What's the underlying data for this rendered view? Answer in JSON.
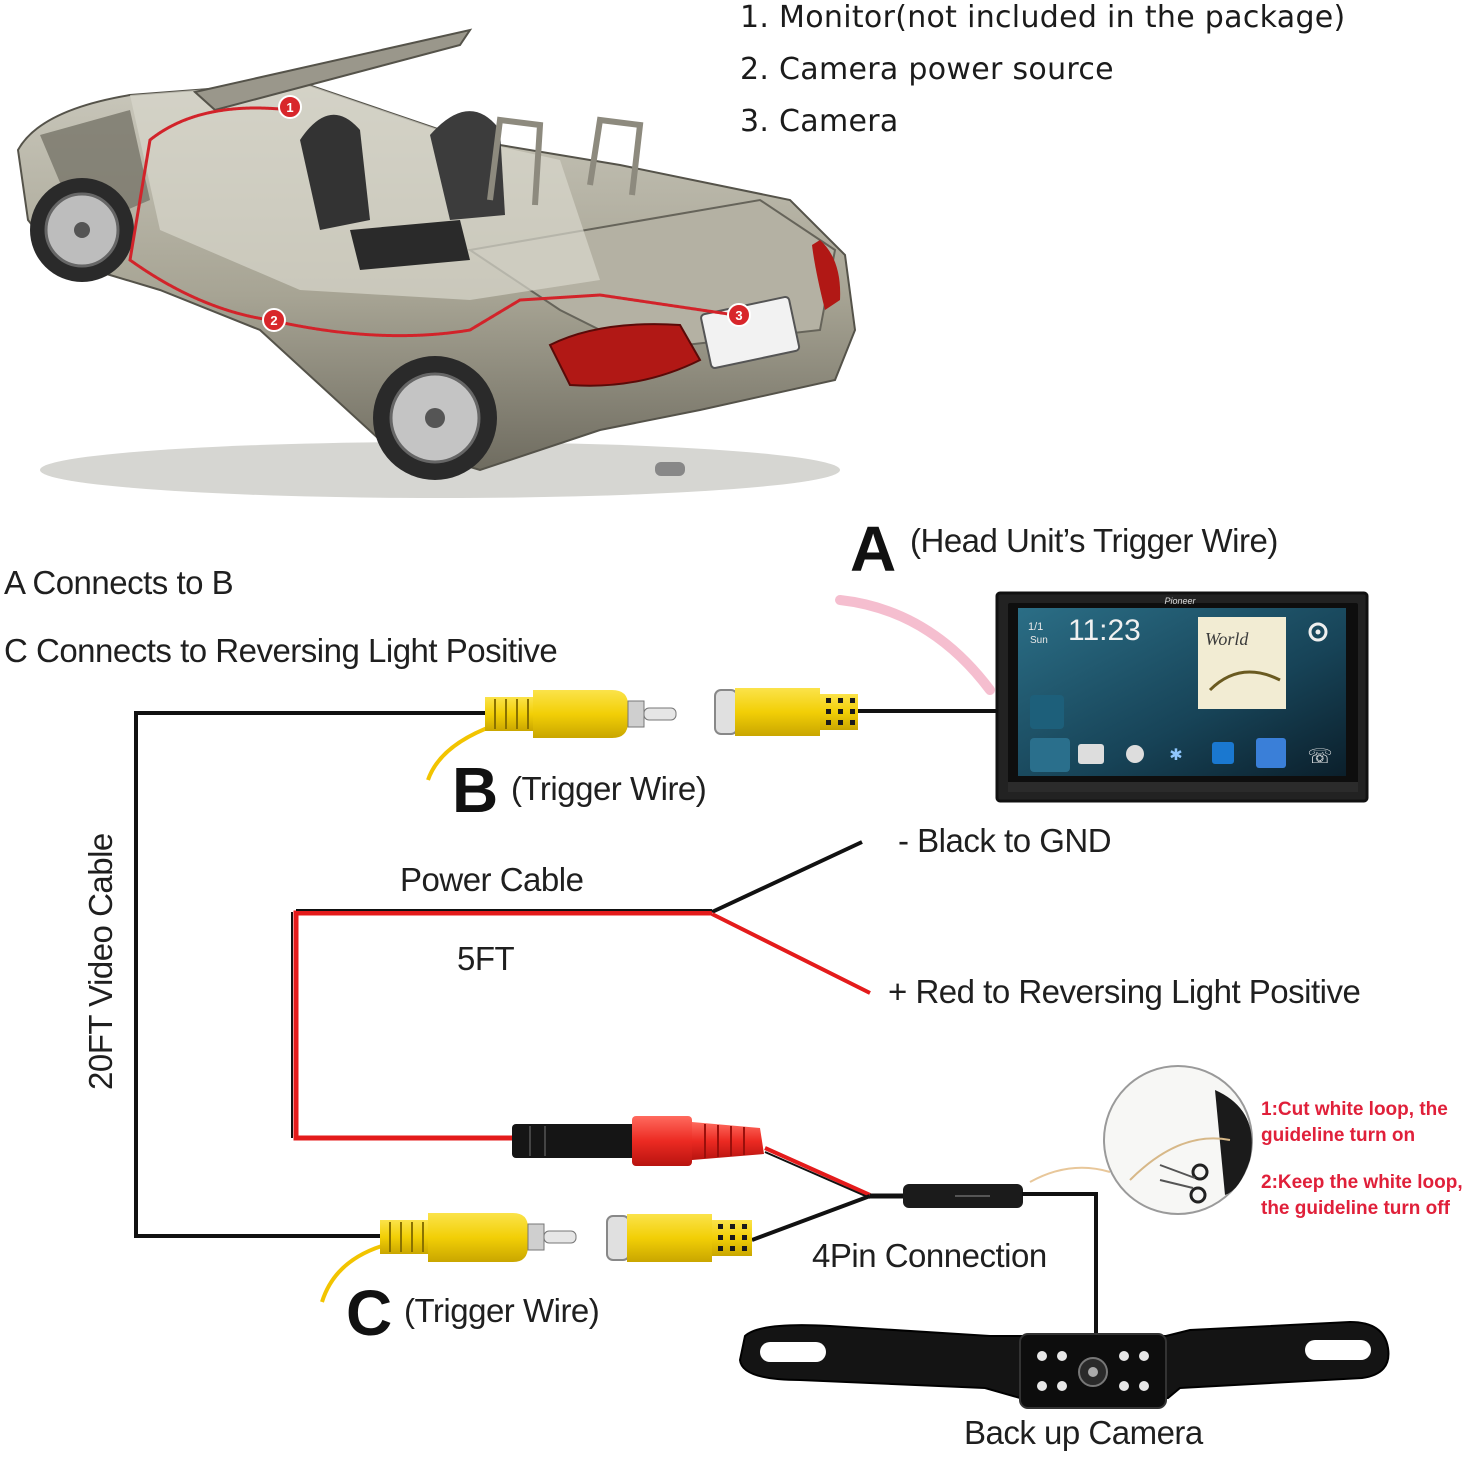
{
  "legend": {
    "items": [
      "1. Monitor(not included in the package)",
      "2. Camera power source",
      "3. Camera"
    ]
  },
  "car_markers": [
    "1",
    "2",
    "3"
  ],
  "connections": {
    "a_to_b": "A Connects to B",
    "c_to_reverse": "C Connects to Reversing Light Positive"
  },
  "labels": {
    "a_letter": "A",
    "a_desc": "(Head Unit’s Trigger Wire)",
    "b_letter": "B",
    "b_desc": "(Trigger Wire)",
    "c_letter": "C",
    "c_desc": "(Trigger Wire)",
    "video_cable": "20FT Video Cable",
    "power_cable": "Power Cable",
    "power_length": "5FT",
    "black_gnd": "- Black to GND",
    "red_reverse": "+ Red to Reversing Light Positive",
    "pin_connection": "4Pin Connection",
    "camera": "Back up Camera"
  },
  "cut_notes": {
    "line1": "1:Cut white loop, the",
    "line2": "guideline turn on",
    "line3": "2:Keep the white loop,",
    "line4": "the guideline turn off"
  },
  "head_unit": {
    "brand": "Pioneer",
    "time": "11:23",
    "date_day": "1/1",
    "date_dow": "Sun",
    "album_text": "World"
  },
  "colors": {
    "rca_yellow": "#f4d20a",
    "wire_red": "#e41b1b",
    "wire_black": "#111111",
    "note_red": "#e0203a",
    "car_body": "#a9a697"
  }
}
